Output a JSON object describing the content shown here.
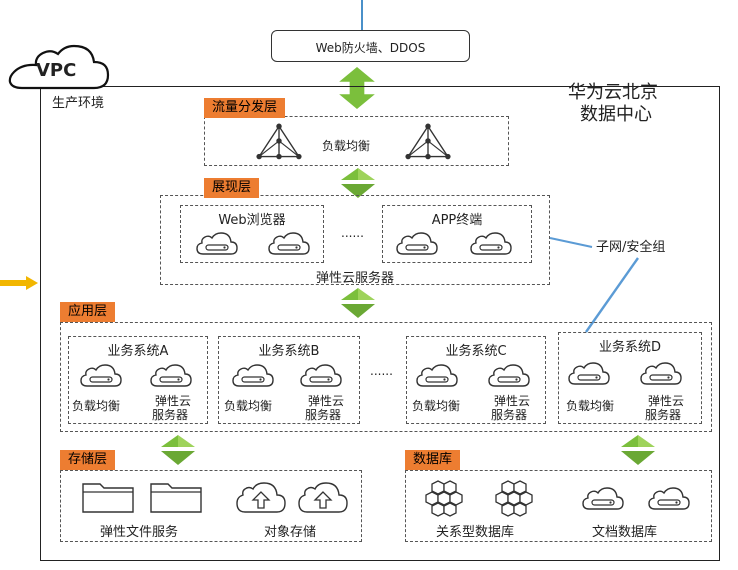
{
  "firewall": {
    "label": "Web防火墙、DDOS"
  },
  "vpc": {
    "label": "VPC",
    "env": "生产环境"
  },
  "datacenter": {
    "line1": "华为云北京",
    "line2": "数据中心"
  },
  "traffic": {
    "title": "流量分发层",
    "label": "负载均衡"
  },
  "presentation": {
    "title": "展现层",
    "web": "Web浏览器",
    "app": "APP终端",
    "ellipsis": "......",
    "label": "弹性云服务器"
  },
  "subnet": {
    "label": "子网/安全组"
  },
  "application": {
    "title": "应用层",
    "ellipsis": "......",
    "systems": [
      {
        "name": "业务系统A",
        "lb": "负载均衡",
        "ecs1": "弹性云",
        "ecs2": "服务器"
      },
      {
        "name": "业务系统B",
        "lb": "负载均衡",
        "ecs1": "弹性云",
        "ecs2": "服务器"
      },
      {
        "name": "业务系统C",
        "lb": "负载均衡",
        "ecs1": "弹性云",
        "ecs2": "服务器"
      },
      {
        "name": "业务系统D",
        "lb": "负载均衡",
        "ecs1": "弹性云",
        "ecs2": "服务器"
      }
    ]
  },
  "storage": {
    "title": "存储层",
    "file": "弹性文件服务",
    "object": "对象存储"
  },
  "database": {
    "title": "数据库",
    "relational": "关系型数据库",
    "document": "文档数据库"
  },
  "colors": {
    "tag": "#ed7d31",
    "arrow": "#7bbf3c",
    "link": "#5b9bd5",
    "marker": "#f2b600"
  }
}
